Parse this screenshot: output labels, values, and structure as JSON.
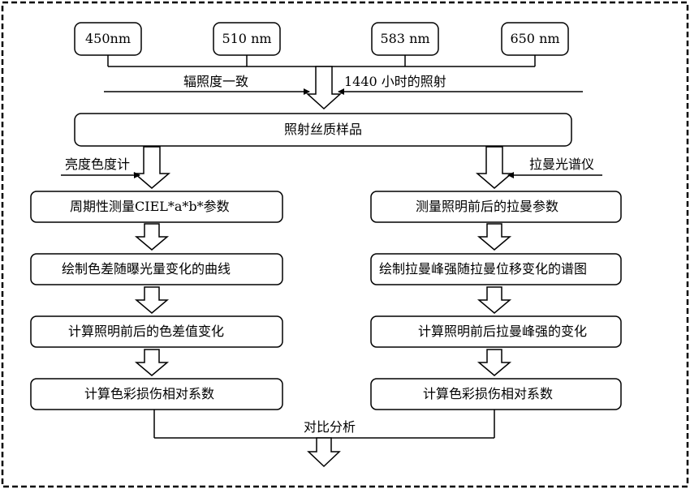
{
  "wavelengths": [
    "450nm",
    "510 nm",
    "583 nm",
    "650 nm"
  ],
  "left_input": "辐照度一致",
  "right_input": "1440 小时的照射",
  "sample": "照射丝质样品",
  "left_instrument": "亮度色度计",
  "right_instrument": "拉曼光谱仪",
  "left_steps": [
    "周期性测量CIEL*a*b*参数",
    "绘制色差随曝光量变化的曲线",
    "计算照明前后的色差值变化",
    "计算色彩损伤相对系数"
  ],
  "right_steps": [
    "测量照明前后的拉曼参数",
    "绘制拉曼峰强随拉曼位移变化的谱图",
    "计算照明前后拉曼峰强的变化",
    "计算色彩损伤相对系数"
  ],
  "merge_label": "对比分析"
}
